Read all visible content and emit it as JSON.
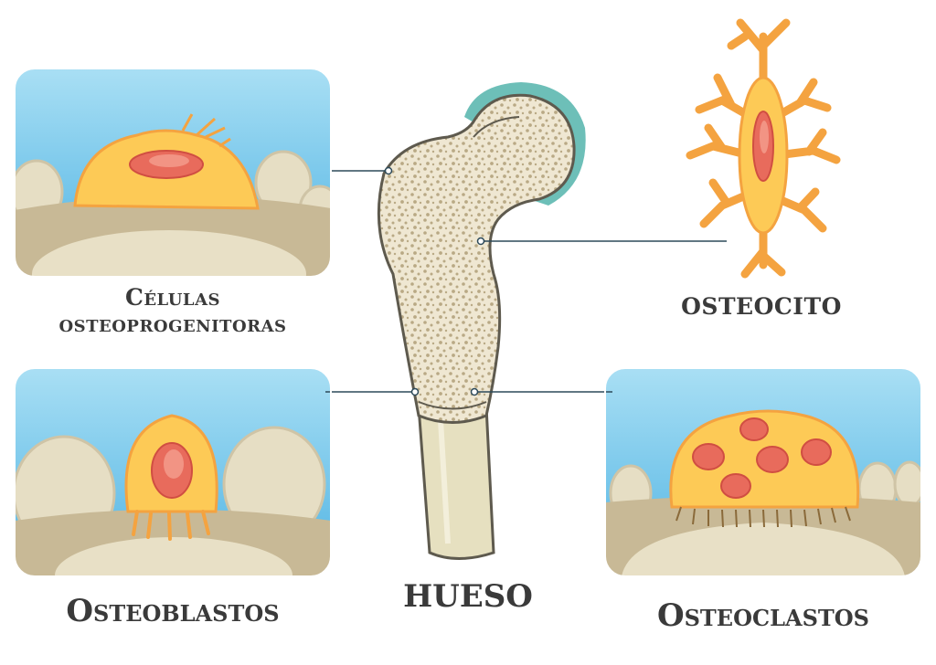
{
  "labels": {
    "progenitor_line1": "Células",
    "progenitor_line2": "osteoprogenitoras",
    "osteocyte": "OSTEOCITO",
    "osteoblasts": "Osteoblastos",
    "bone": "HUESO",
    "osteoclasts": "Osteoclastos"
  },
  "colors": {
    "sky": "#7fcbea",
    "bone_surface": "#e4dcc2",
    "bone_tissue": "#c8b996",
    "cell": "#fdca56",
    "cell_outline": "#f4a340",
    "nucleus": "#e86b5c",
    "bone_outline": "#5e5a4e",
    "cartilage": "#6dbfb8",
    "leader_line": "#2d4a5a",
    "text": "#3a3a3a"
  }
}
